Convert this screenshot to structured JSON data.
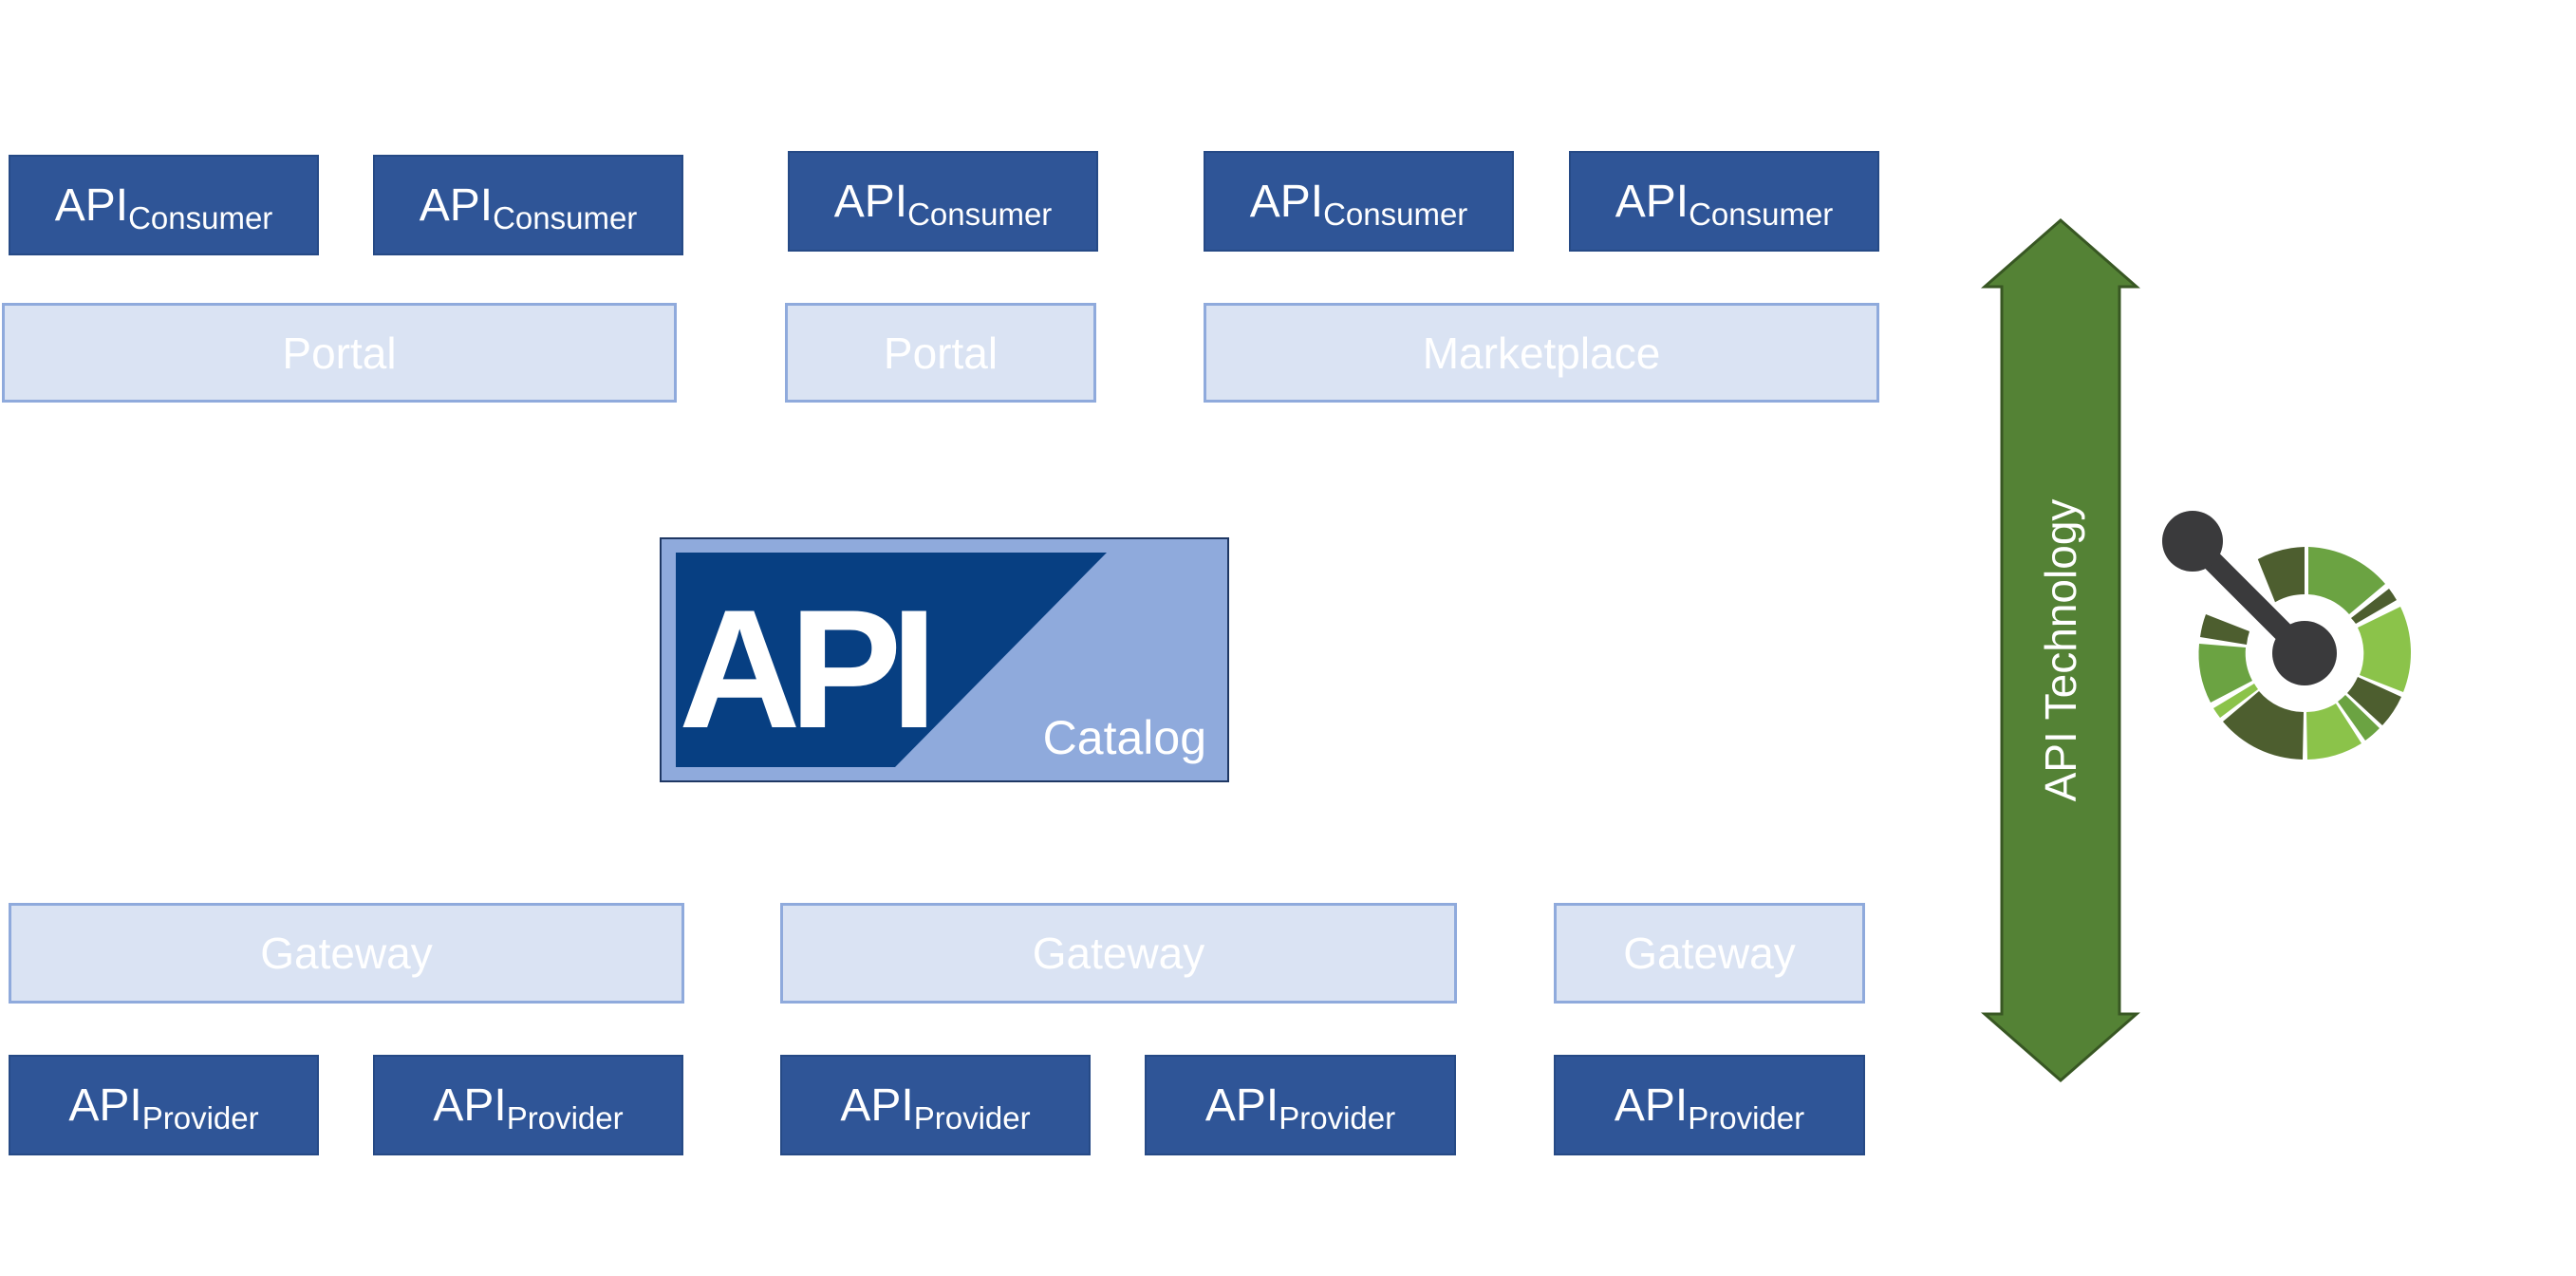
{
  "consumers": [
    {
      "base": "API",
      "sub": "Consumer"
    },
    {
      "base": "API",
      "sub": "Consumer"
    },
    {
      "base": "API",
      "sub": "Consumer"
    },
    {
      "base": "API",
      "sub": "Consumer"
    },
    {
      "base": "API",
      "sub": "Consumer"
    }
  ],
  "channels": [
    "Portal",
    "Portal",
    "Marketplace"
  ],
  "catalog": {
    "logo_text": "API",
    "label": "Catalog"
  },
  "gateways": [
    "Gateway",
    "Gateway",
    "Gateway"
  ],
  "providers": [
    {
      "base": "API",
      "sub": "Provider"
    },
    {
      "base": "API",
      "sub": "Provider"
    },
    {
      "base": "API",
      "sub": "Provider"
    },
    {
      "base": "API",
      "sub": "Provider"
    },
    {
      "base": "API",
      "sub": "Provider"
    }
  ],
  "technology_arrow": {
    "label": "API Technology"
  },
  "logo": {
    "icon": "openapi-logo-icon"
  },
  "colors": {
    "dark_box": "#2f5597",
    "light_box": "#dae3f3",
    "light_border": "#8faadc",
    "catalog_dark": "#073f82",
    "catalog_light": "#8faadc",
    "arrow_green": "#548235",
    "logo_dark": "#3a3a3c"
  }
}
